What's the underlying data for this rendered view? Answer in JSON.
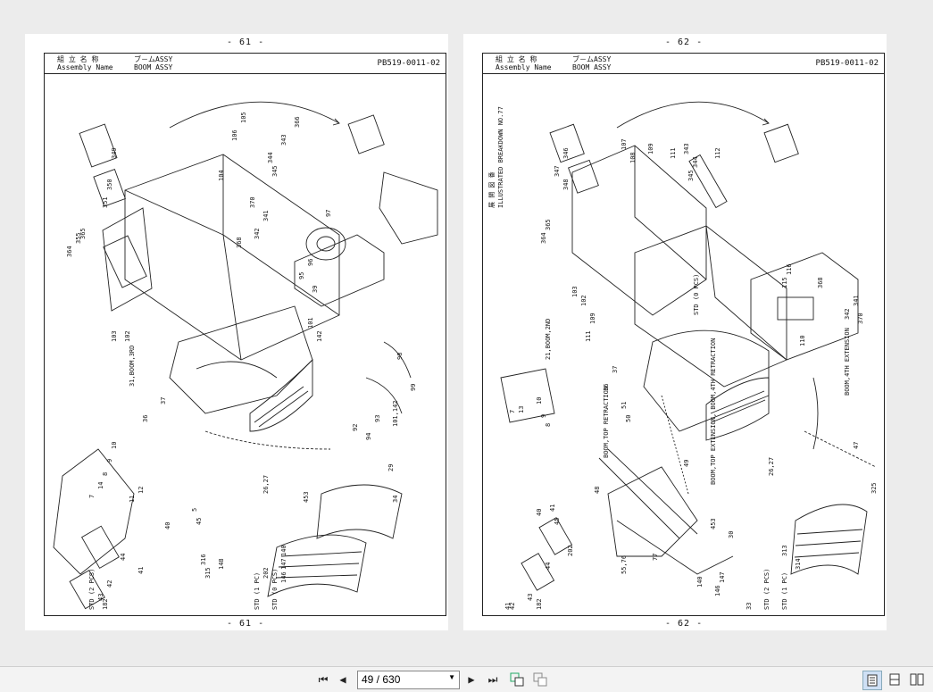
{
  "pages": [
    {
      "page_top": "- 61 -",
      "page_bottom": "- 61 -",
      "header_jp": "組 立 名 称",
      "header_en": "Assembly Name",
      "name_jp": "ブ－ムASSY",
      "name_en": "BOOM ASSY",
      "code": "PB519-0011-02",
      "labels": [
        "349",
        "350",
        "351",
        "355",
        "364",
        "365",
        "106",
        "105",
        "104",
        "366",
        "343",
        "344",
        "345",
        "370",
        "341",
        "342",
        "368",
        "97",
        "96",
        "95",
        "39",
        "103",
        "102",
        "101",
        "142",
        "98",
        "31,BOOM,3RD",
        "37",
        "36",
        "99",
        "93",
        "92",
        "94",
        "101,142",
        "10",
        "9",
        "8",
        "14",
        "7",
        "12",
        "11",
        "5",
        "45",
        "40",
        "26,27",
        "453",
        "29",
        "34",
        "316",
        "315",
        "140",
        "147",
        "146",
        "148",
        "202",
        "44",
        "41",
        "42",
        "43",
        "182",
        "STD (2 PCS)",
        "STD (1 PC)",
        "STD (0 PCS)"
      ]
    },
    {
      "page_top": "- 62 -",
      "page_bottom": "- 62 -",
      "header_jp": "組 立 名 称",
      "header_en": "Assembly Name",
      "name_jp": "ブ－ムASSY",
      "name_en": "BOOM ASSY",
      "code": "PB519-0011-02",
      "vertical_jp": "展 開 図 番",
      "vertical_en": "ILLUSTRATED BREAKDOWN NO.77",
      "labels": [
        "346",
        "347",
        "348",
        "364",
        "365",
        "107",
        "108",
        "109",
        "111",
        "112",
        "110",
        "341",
        "342",
        "343",
        "344",
        "345",
        "368",
        "370",
        "115",
        "116",
        "103",
        "102",
        "111",
        "109",
        "21,BOOM,2ND",
        "37",
        "36",
        "51",
        "50",
        "7",
        "13",
        "10",
        "9",
        "8",
        "BOOM,4TH EXTENSION",
        "BOOM,TOP RETRACTION",
        "BOOM,TOP EXTENSION, BOOM,4TH RETRACTION",
        "49",
        "48",
        "47",
        "453",
        "30",
        "26,27",
        "41",
        "40",
        "45",
        "55,76",
        "77",
        "202",
        "44",
        "43",
        "42",
        "41",
        "182",
        "140",
        "147",
        "146",
        "313",
        "314",
        "325",
        "33",
        "STD (2 PCS)",
        "STD (1 PC)",
        "STD (0 PCS)"
      ]
    }
  ],
  "toolbar": {
    "page_value": "49 / 630",
    "icons": [
      "first-page-icon",
      "prev-page-icon",
      "next-page-icon",
      "last-page-icon",
      "continuous-icon",
      "facing-icon",
      "single-page-icon",
      "two-page-icon",
      "two-page-scroll-icon"
    ]
  }
}
